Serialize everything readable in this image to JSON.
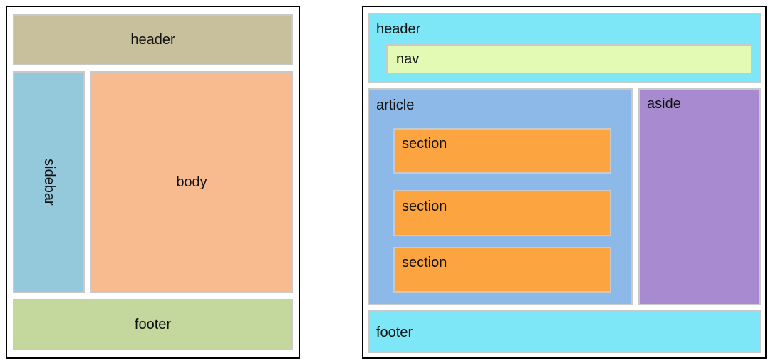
{
  "left_diagram": {
    "header": "header",
    "sidebar": "sidebar",
    "body": "body",
    "footer": "footer"
  },
  "right_diagram": {
    "header": "header",
    "nav": "nav",
    "article": "article",
    "sections": [
      "section",
      "section",
      "section"
    ],
    "aside": "aside",
    "footer": "footer"
  },
  "colors": {
    "left_header": "#c8bf9c",
    "left_sidebar": "#93c9da",
    "left_body": "#f8bb8f",
    "left_footer": "#c4d89e",
    "right_header": "#7de6f7",
    "right_nav": "#e3fab5",
    "right_article": "#8db9e8",
    "right_section": "#fca43f",
    "right_aside": "#a88ad0",
    "right_footer": "#7de6f7"
  }
}
